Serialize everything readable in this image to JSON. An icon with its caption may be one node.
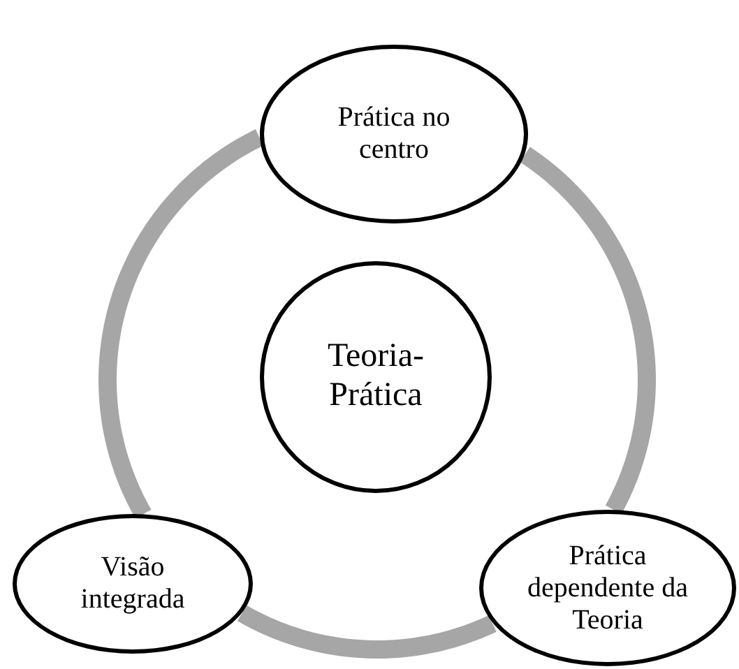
{
  "diagram": {
    "nodes": [
      {
        "text": [
          "Prática no centro"
        ]
      },
      {
        "text": [
          "Teoria-Prática"
        ]
      },
      {
        "text": [
          "Visão integrada"
        ]
      },
      {
        "text": [
          "Prática dependente da Teoria"
        ]
      }
    ],
    "edges": [
      {
        "from": 0,
        "to": 3,
        "arrow": "none"
      },
      {
        "from": 3,
        "to": 2,
        "arrow": "none"
      },
      {
        "from": 2,
        "to": 0,
        "arrow": "none"
      }
    ]
  }
}
